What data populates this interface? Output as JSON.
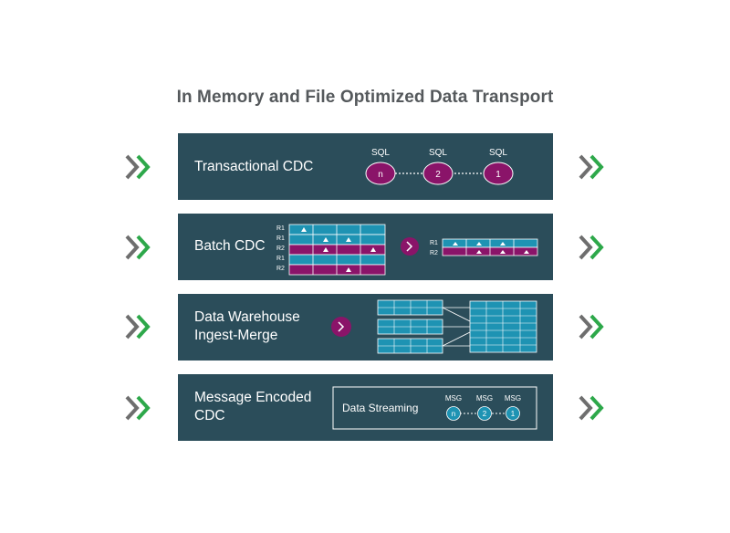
{
  "title": "In Memory and File Optimized Data Transport",
  "colors": {
    "band_bg": "#2b4d5a",
    "teal": "#1e93b3",
    "magenta": "#8a1469",
    "chevron_gray": "#6e6e6e",
    "chevron_green": "#2da84a",
    "title_gray": "#55595c"
  },
  "icons": {
    "left": "double-chevron-right-icon",
    "right": "double-chevron-right-icon",
    "arrow": "chevron-right-icon"
  },
  "rows": {
    "transactional": {
      "label": "Transactional CDC",
      "nodes": [
        {
          "caption": "SQL",
          "value": "n"
        },
        {
          "caption": "SQL",
          "value": "2"
        },
        {
          "caption": "SQL",
          "value": "1"
        }
      ]
    },
    "batch": {
      "label": "Batch CDC",
      "left_rows": [
        "R1",
        "R1",
        "R2",
        "R1",
        "R2"
      ],
      "right_rows": [
        "R1",
        "R2"
      ]
    },
    "warehouse": {
      "label_line1": "Data Warehouse",
      "label_line2": "Ingest-Merge"
    },
    "message": {
      "label_line1": "Message Encoded",
      "label_line2": "CDC",
      "box_label": "Data Streaming",
      "nodes": [
        {
          "caption": "MSG",
          "value": "n"
        },
        {
          "caption": "MSG",
          "value": "2"
        },
        {
          "caption": "MSG",
          "value": "1"
        }
      ]
    }
  }
}
